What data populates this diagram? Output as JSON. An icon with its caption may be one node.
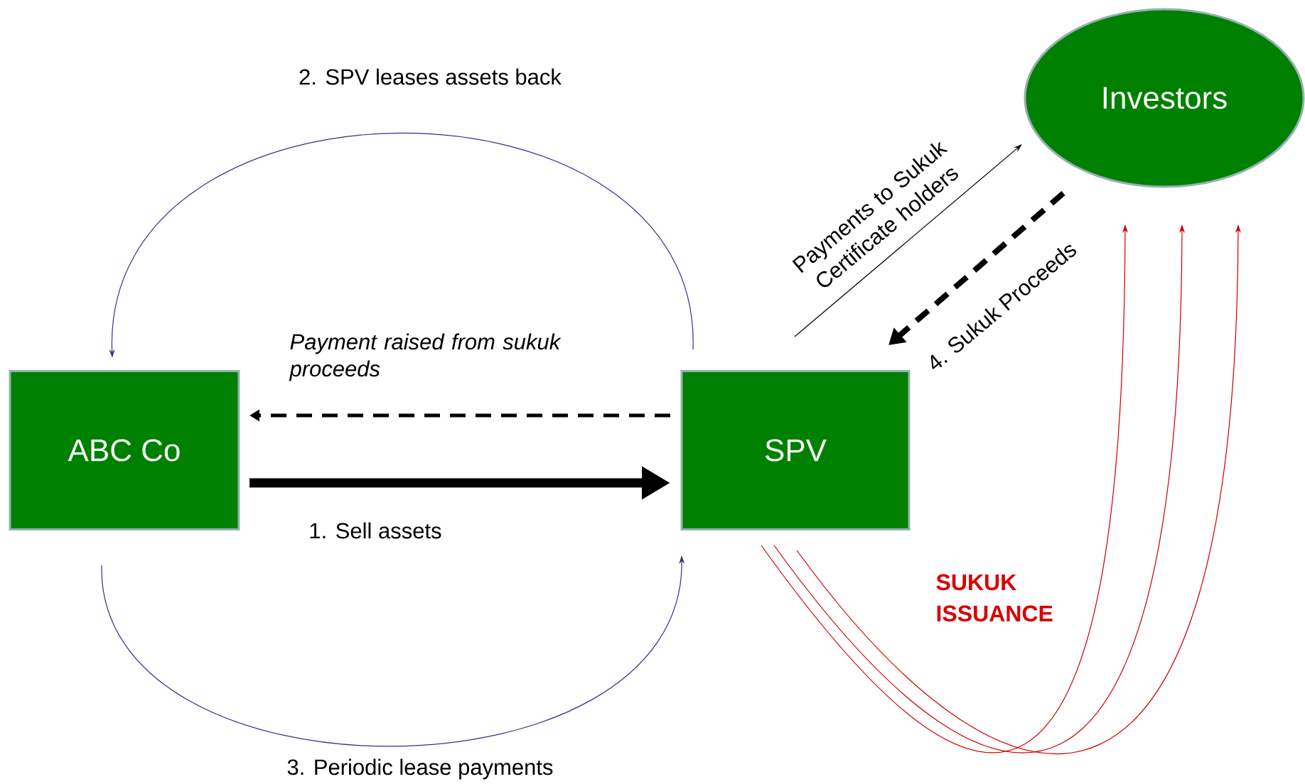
{
  "diagram": {
    "nodes": [
      {
        "text": [
          "ABC Co"
        ]
      },
      {
        "text": [
          "SPV"
        ]
      },
      {
        "text": [
          "Investors"
        ]
      }
    ],
    "edges": [
      {
        "from": 0,
        "to": 1,
        "arrow": "to",
        "style": "thick",
        "label": "1. Sell assets"
      },
      {
        "from": 1,
        "to": 0,
        "arrow": "to",
        "style": "dashed",
        "label": "Payment raised from sukuk proceeds"
      },
      {
        "from": 1,
        "to": 0,
        "arrow": "to",
        "color": "#333388",
        "label": "2. SPV leases assets back"
      },
      {
        "from": 0,
        "to": 1,
        "arrow": "to",
        "color": "#333388",
        "label": "3. Periodic lease payments"
      },
      {
        "from": 1,
        "to": 2,
        "arrow": "to",
        "label": "Payments to Sukuk Certificate holders"
      },
      {
        "from": 2,
        "to": 1,
        "arrow": "to",
        "style": "dashed",
        "label": "4. Sukuk Proceeds"
      },
      {
        "from": 1,
        "to": 2,
        "arrow": "to",
        "color": "#cc0000"
      },
      {
        "from": 1,
        "to": 2,
        "arrow": "to",
        "color": "#cc0000"
      },
      {
        "from": 1,
        "to": 2,
        "arrow": "to",
        "color": "#cc0000"
      }
    ],
    "labels": [
      "SUKUK ISSUANCE"
    ]
  }
}
